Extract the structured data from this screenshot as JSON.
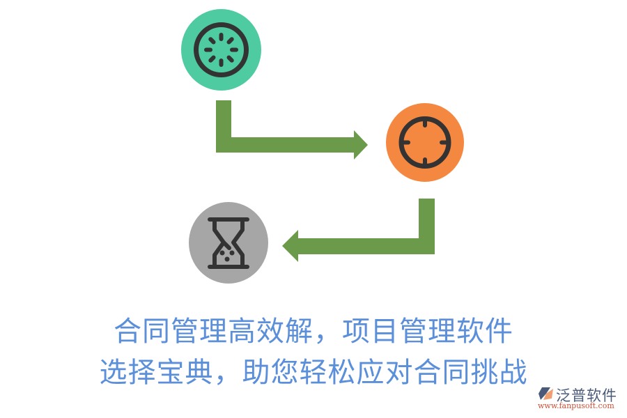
{
  "diagram": {
    "nodes": [
      {
        "id": "start",
        "icon": "loading-icon",
        "color": "#4ecba1"
      },
      {
        "id": "target",
        "icon": "crosshair-icon",
        "color": "#f58840"
      },
      {
        "id": "wait",
        "icon": "hourglass-icon",
        "color": "#a6a6a6"
      }
    ],
    "edges": [
      {
        "from": "start",
        "to": "target",
        "color": "#6a9a4a"
      },
      {
        "from": "target",
        "to": "wait",
        "color": "#6a9a4a"
      }
    ]
  },
  "caption": {
    "line1": "合同管理高效解，项目管理软件",
    "line2": "选择宝典，助您轻松应对合同挑战",
    "color": "#5b8fd9"
  },
  "logo": {
    "name": "泛普软件",
    "url": "www.fanpusoft.com"
  }
}
